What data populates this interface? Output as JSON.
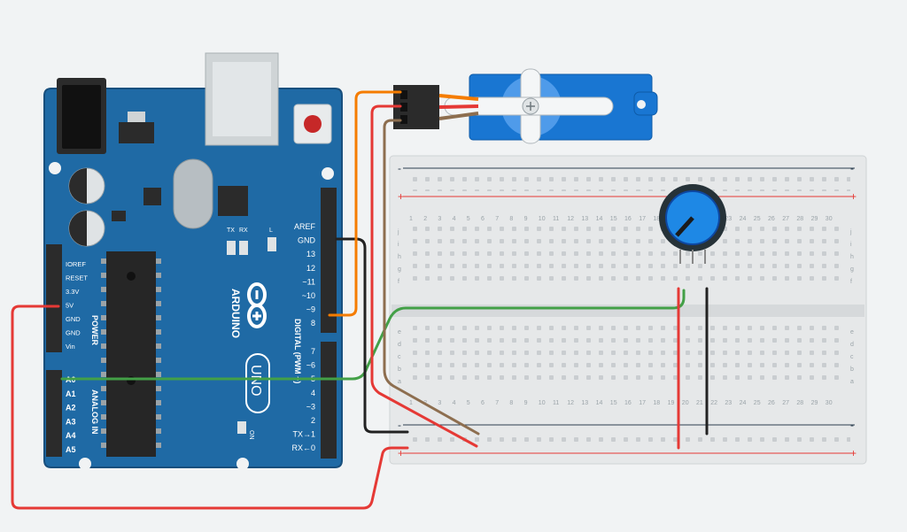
{
  "arduino": {
    "logo_text": "ARDUINO",
    "model": "UNO",
    "power_header": [
      "IOREF",
      "RESET",
      "3.3V",
      "5V",
      "GND",
      "GND",
      "Vin"
    ],
    "power_title": "POWER",
    "analog_header": [
      "A0",
      "A1",
      "A2",
      "A3",
      "A4",
      "A5"
    ],
    "analog_title": "ANALOG IN",
    "digital_top": [
      "AREF",
      "GND",
      "13",
      "12",
      "~11",
      "~10",
      "~9",
      "8"
    ],
    "digital_bottom": [
      "7",
      "~6",
      "~5",
      "4",
      "~3",
      "2",
      "TX→1",
      "RX←0"
    ],
    "digital_title": "DIGITAL (PWM ~)",
    "tx_label": "TX",
    "rx_label": "RX",
    "l_label": "L",
    "on_label": "ON"
  },
  "breadboard": {
    "columns": [
      "1",
      "2",
      "3",
      "4",
      "5",
      "6",
      "7",
      "8",
      "9",
      "10",
      "11",
      "12",
      "13",
      "14",
      "15",
      "16",
      "17",
      "18",
      "19",
      "20",
      "21",
      "22",
      "23",
      "24",
      "25",
      "26",
      "27",
      "28",
      "29",
      "30"
    ],
    "rows_top": [
      "j",
      "i",
      "h",
      "g",
      "f"
    ],
    "rows_bottom": [
      "e",
      "d",
      "c",
      "b",
      "a"
    ],
    "rail_minus": "-",
    "rail_plus": "+"
  },
  "colors": {
    "board": "#1f6aa5",
    "wire_red": "#e53935",
    "wire_green": "#43a047",
    "wire_black": "#222222",
    "wire_orange": "#f57c00",
    "wire_brown": "#8d6e4f",
    "servo": "#1976d2"
  }
}
